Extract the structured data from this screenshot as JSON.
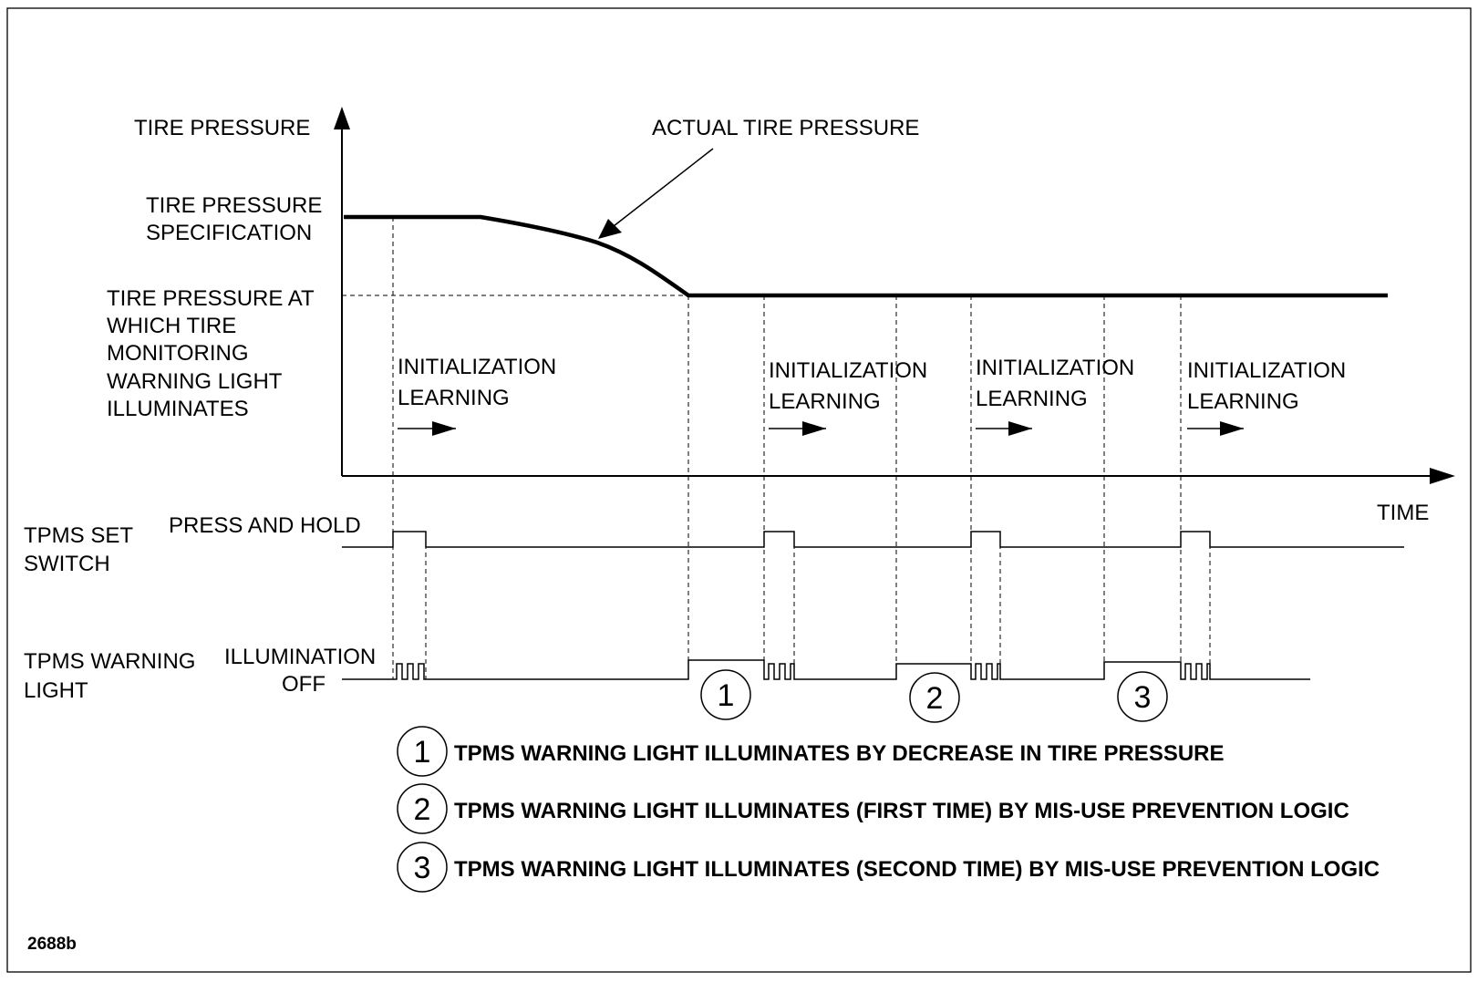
{
  "y_axis_label": "TIRE PRESSURE",
  "x_axis_label": "TIME",
  "pressure_labels": {
    "spec": [
      "TIRE PRESSURE",
      "SPECIFICATION"
    ],
    "threshold": [
      "TIRE PRESSURE AT",
      "WHICH TIRE",
      "MONITORING",
      "WARNING LIGHT",
      "ILLUMINATES"
    ]
  },
  "curve_callout": "ACTUAL TIRE PRESSURE",
  "learning_label": [
    "INITIALIZATION",
    "LEARNING"
  ],
  "switch_signal": {
    "name": [
      "TPMS SET",
      "SWITCH"
    ],
    "high_state": "PRESS AND HOLD"
  },
  "light_signal": {
    "name": [
      "TPMS WARNING",
      "LIGHT"
    ],
    "high_state": "ILLUMINATION",
    "low_state": "OFF"
  },
  "event_markers": [
    "1",
    "2",
    "3"
  ],
  "legend": [
    {
      "marker": "1",
      "text": "TPMS WARNING LIGHT ILLUMINATES BY DECREASE IN TIRE PRESSURE"
    },
    {
      "marker": "2",
      "text": "TPMS WARNING LIGHT ILLUMINATES (FIRST TIME) BY MIS-USE PREVENTION LOGIC"
    },
    {
      "marker": "3",
      "text": "TPMS WARNING LIGHT ILLUMINATES (SECOND TIME) BY MIS-USE PREVENTION LOGIC"
    }
  ],
  "figure_id": "2688b"
}
